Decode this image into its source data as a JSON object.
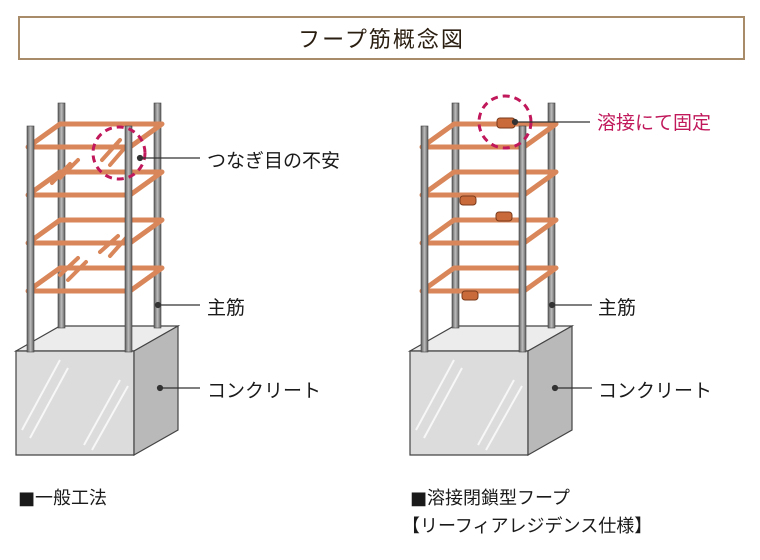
{
  "title": "フープ筋概念図",
  "left": {
    "label_joint": "つなぎ目の不安",
    "label_main": "主筋",
    "label_concrete": "コンクリート",
    "caption": "■一般工法"
  },
  "right": {
    "label_weld": "溶接にて固定",
    "label_main": "主筋",
    "label_concrete": "コンクリート",
    "caption_line1": "■溶接閉鎖型フープ",
    "caption_line2": "【リーフィアレジデンス仕様】"
  },
  "colors": {
    "frame": "#a88c6a",
    "hoop": "#d9875a",
    "accent": "#c0185a",
    "rebar": "#7a7a7a",
    "concrete": "#d7d7d7"
  }
}
